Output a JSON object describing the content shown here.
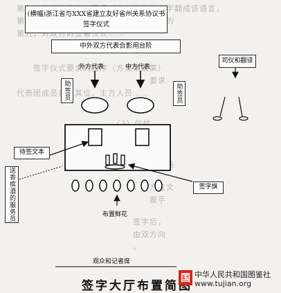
{
  "title_box": {
    "line1": "(横幅)浙江省与XXX省建立友好省州关系协议书",
    "line2": "签字仪式"
  },
  "photo_stand_label": "中外双方代表合影用台阶",
  "foreign_rep_label": "外方代表",
  "chinese_rep_label": "中方代表",
  "host_interpreter_label": "司仪和翻译",
  "assistant_signer_left": "助签员",
  "assistant_signer_right": "助签员",
  "document_label": "待签文本",
  "flag_label": "签字旗",
  "champagne_label": "送香槟酒的服务员",
  "flowers_label": "布置鲜花",
  "audience_label": "观众和记者席",
  "caption": "签字大厅布置简图",
  "watermark": {
    "logo": "国",
    "line1": "中华人民共和国图鉴社",
    "line2": "www.tujian.org"
  }
}
